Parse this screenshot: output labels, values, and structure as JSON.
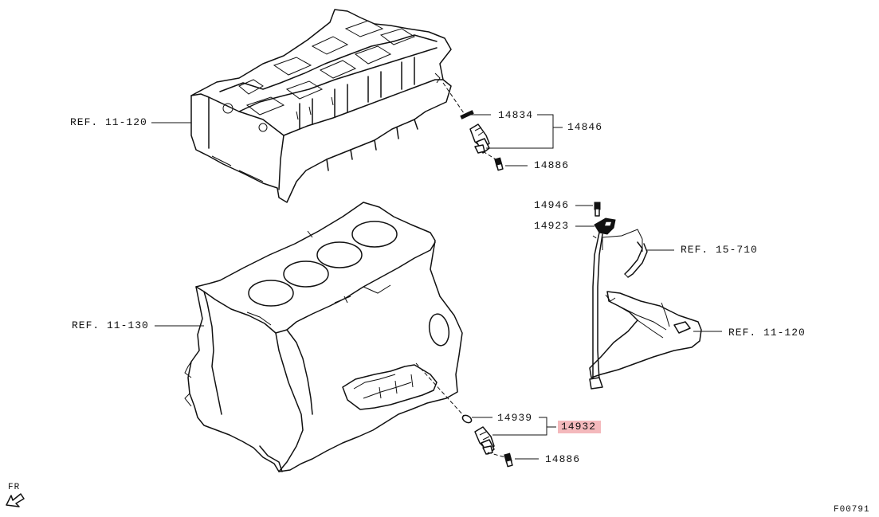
{
  "labels": {
    "ref_head": "REF. 11-120",
    "ref_block": "REF. 11-130",
    "ref_hose": "REF. 15-710",
    "ref_cover": "REF. 11-120",
    "p14834": "14834",
    "p14846": "14846",
    "p14886_top": "14886",
    "p14946": "14946",
    "p14923": "14923",
    "p14939": "14939",
    "p14932": "14932",
    "p14886_bottom": "14886",
    "front": "FR",
    "figure_code": "F00791"
  },
  "colors": {
    "line": "#111111",
    "highlight": "#f4b9bc",
    "background": "#ffffff"
  }
}
